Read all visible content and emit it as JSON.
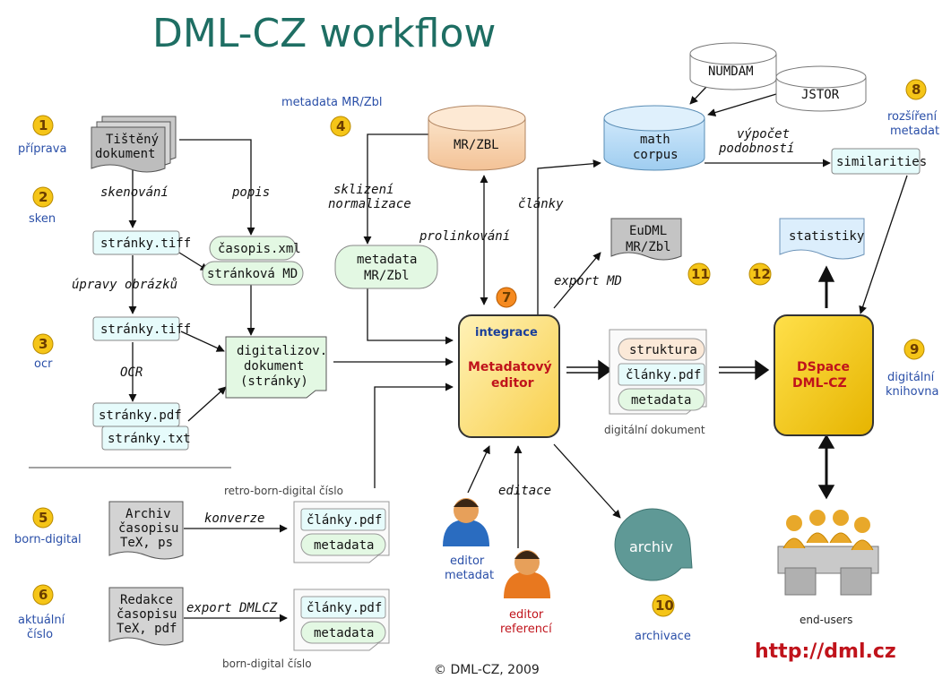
{
  "title": "DML-CZ workflow",
  "copyright": "© DML-CZ, 2009",
  "url": "http://dml.cz",
  "colors": {
    "title": "#1e6e63",
    "step_circle": "#f5c518",
    "step_label": "#2a4fa8",
    "file_box": "#e6fbfb",
    "green_box": "#e3f8e3",
    "editor": "#fde08a",
    "dspace": "#f5c800",
    "url": "#c0131b"
  },
  "steps": [
    {
      "number": "1",
      "label": "příprava"
    },
    {
      "number": "2",
      "label": "sken"
    },
    {
      "number": "3",
      "label": "ocr"
    },
    {
      "number": "4",
      "label": "metadata MR/Zbl"
    },
    {
      "number": "5",
      "label": "born-digital"
    },
    {
      "number": "6",
      "label_line1": "aktuální",
      "label_line2": "číslo"
    },
    {
      "number": "7"
    },
    {
      "number": "8",
      "label_line1": "rozšíření",
      "label_line2": "metadat"
    },
    {
      "number": "9",
      "label_line1": "digitální",
      "label_line2": "knihovna"
    },
    {
      "number": "10",
      "label": "archivace"
    },
    {
      "number": "11"
    },
    {
      "number": "12"
    }
  ],
  "nodes": {
    "tisteny_line1": "Tištěný",
    "tisteny_line2": "dokument",
    "tiff1": "stránky.tiff",
    "tiff2": "stránky.tiff",
    "pdf": "stránky.pdf",
    "txt": "stránky.txt",
    "casopis_xml": "časopis.xml",
    "strankova_md": "stránková MD",
    "digit_line1": "digitalizov.",
    "digit_line2": "dokument",
    "digit_line3": "(stránky)",
    "mrzbl": "MR/ZBL",
    "metadata_line1": "metadata",
    "metadata_line2": "MR/Zbl",
    "numdam": "NUMDAM",
    "jstor": "JSTOR",
    "math_line1": "math",
    "math_line2": "corpus",
    "similarities": "similarities",
    "eudml_line1": "EuDML",
    "eudml_line2": "MR/Zbl",
    "statistiky": "statistiky",
    "editor_top": "integrace",
    "editor_line1": "Metadatový",
    "editor_line2": "editor",
    "struktura": "struktura",
    "clanky_pdf": "články.pdf",
    "metadata": "metadata",
    "digitalni_dokument": "digitální dokument",
    "dspace_line1": "DSpace",
    "dspace_line2": "DML-CZ",
    "archiv": "archiv",
    "archiv_tex_1": "Archiv",
    "archiv_tex_2": "časopisu",
    "archiv_tex_3": "TeX, ps",
    "redakce_1": "Redakce",
    "redakce_2": "časopisu",
    "redakce_3": "TeX, pdf",
    "retro_clanky": "články.pdf",
    "retro_metadata": "metadata",
    "born_clanky": "články.pdf",
    "born_metadata": "metadata",
    "retro_caption": "retro-born-digital číslo",
    "born_caption": "born-digital číslo",
    "end_users": "end-users",
    "editor_metadat_1": "editor",
    "editor_metadat_2": "metadat",
    "editor_referenci_1": "editor",
    "editor_referenci_2": "referencí"
  },
  "edges": {
    "skenovani": "skenování",
    "popis": "popis",
    "upravy": "úpravy obrázků",
    "ocr": "OCR",
    "sklizeni_1": "sklizení",
    "sklizeni_2": "normalizace",
    "prolinkovani": "prolinkování",
    "clanky": "články",
    "vypocet_1": "výpočet",
    "vypocet_2": "podobností",
    "export_md": "export MD",
    "konverze": "konverze",
    "export_dmlcz": "export DMLCZ",
    "editace": "editace"
  }
}
